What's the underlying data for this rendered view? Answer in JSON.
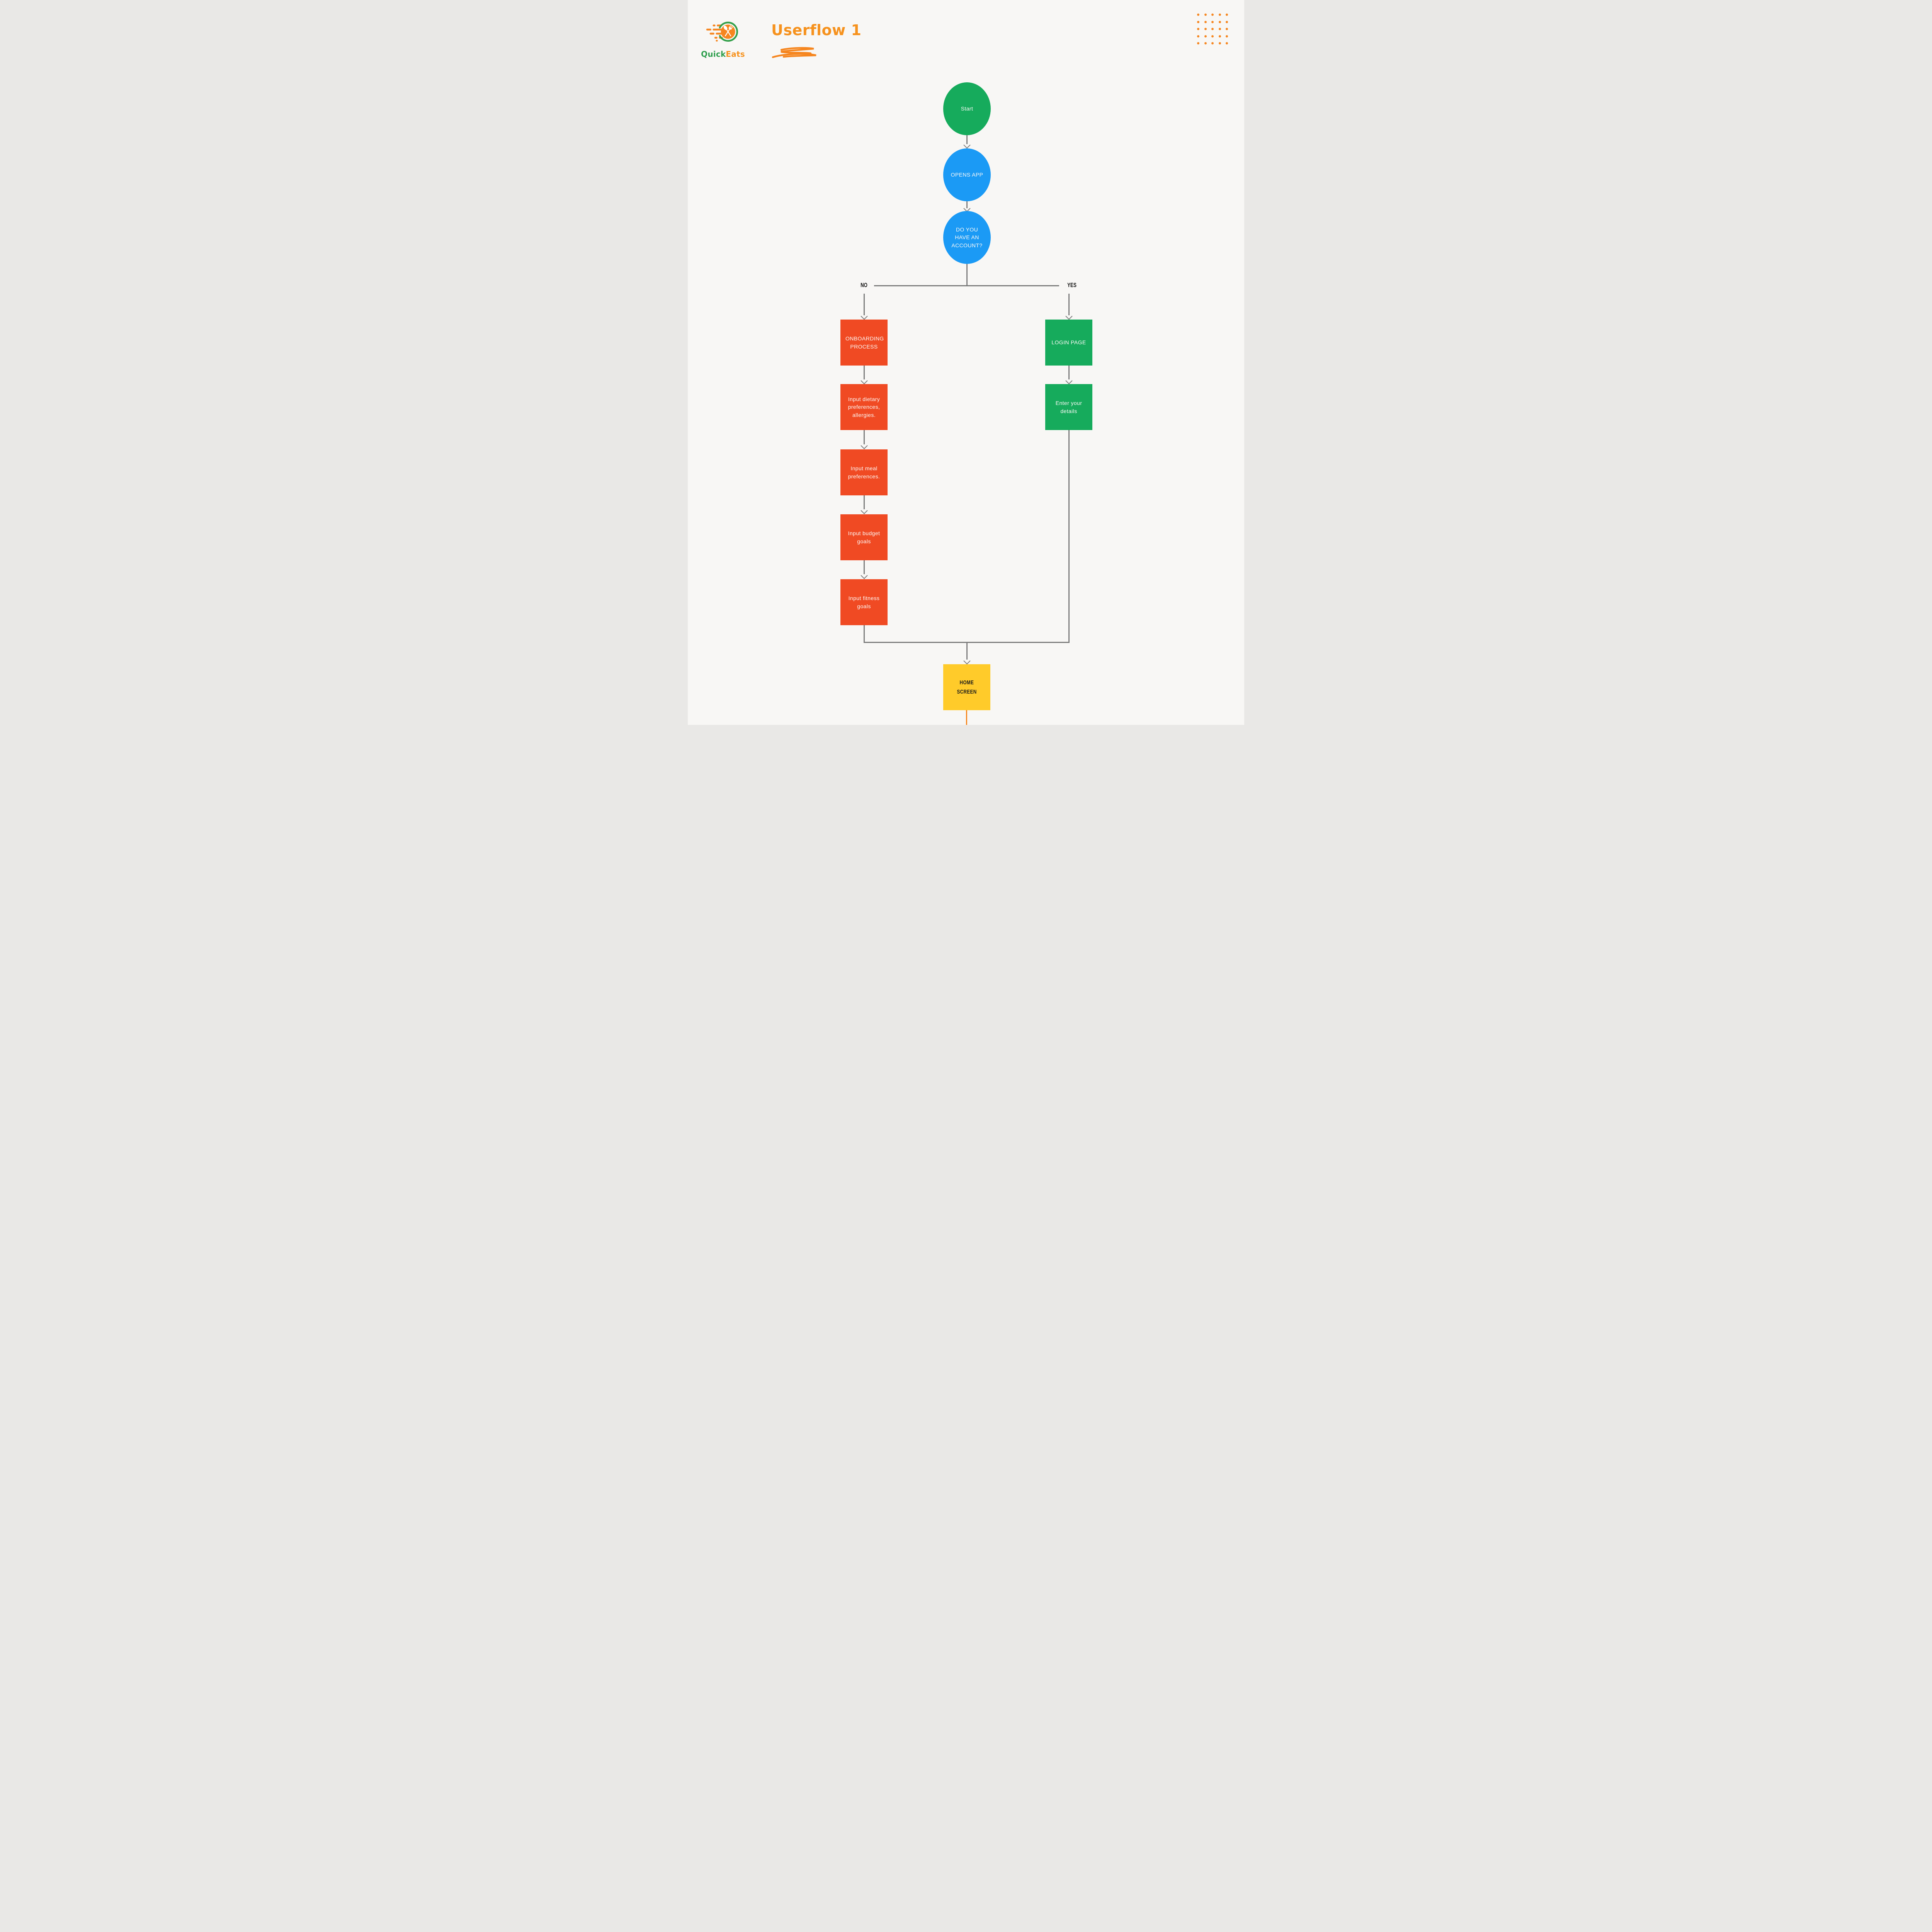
{
  "page": {
    "background": "#F8F7F5"
  },
  "header": {
    "brand": {
      "name": "QuickEats",
      "quick": "Quick",
      "eats": "Eats",
      "quick_color": "#2E9E4D",
      "eats_color": "#F6921E"
    },
    "title": "Userflow 1",
    "title_color": "#F6921E"
  },
  "decor": {
    "dot_grid": {
      "rows": 5,
      "cols": 5,
      "color": "#F6861F"
    },
    "scribble_color": "#F6861F"
  },
  "flow": {
    "connector_color": "#7C7C7C",
    "nodes": {
      "start": {
        "label": "Start",
        "shape": "circle",
        "color": "#16AB5C"
      },
      "opens_app": {
        "label": "OPENS APP",
        "shape": "circle",
        "color": "#1B9AF5"
      },
      "decision": {
        "label": "DO YOU HAVE AN ACCOUNT?",
        "shape": "circle",
        "color": "#1B9AF5"
      },
      "home": {
        "label": "HOME SCREEN",
        "shape": "rect",
        "color": "#FFCB2A",
        "tail_color": "#F6861F"
      }
    },
    "no_branch": {
      "label": "NO",
      "step_color": "#F04A23",
      "steps": [
        "ONBOARDING PROCESS",
        "Input dietary preferences, allergies.",
        "Input meal preferences.",
        "Input budget goals",
        "Input fitness goals"
      ]
    },
    "yes_branch": {
      "label": "YES",
      "step_color": "#16AB5C",
      "steps": [
        "LOGIN PAGE",
        "Enter your details"
      ]
    }
  }
}
